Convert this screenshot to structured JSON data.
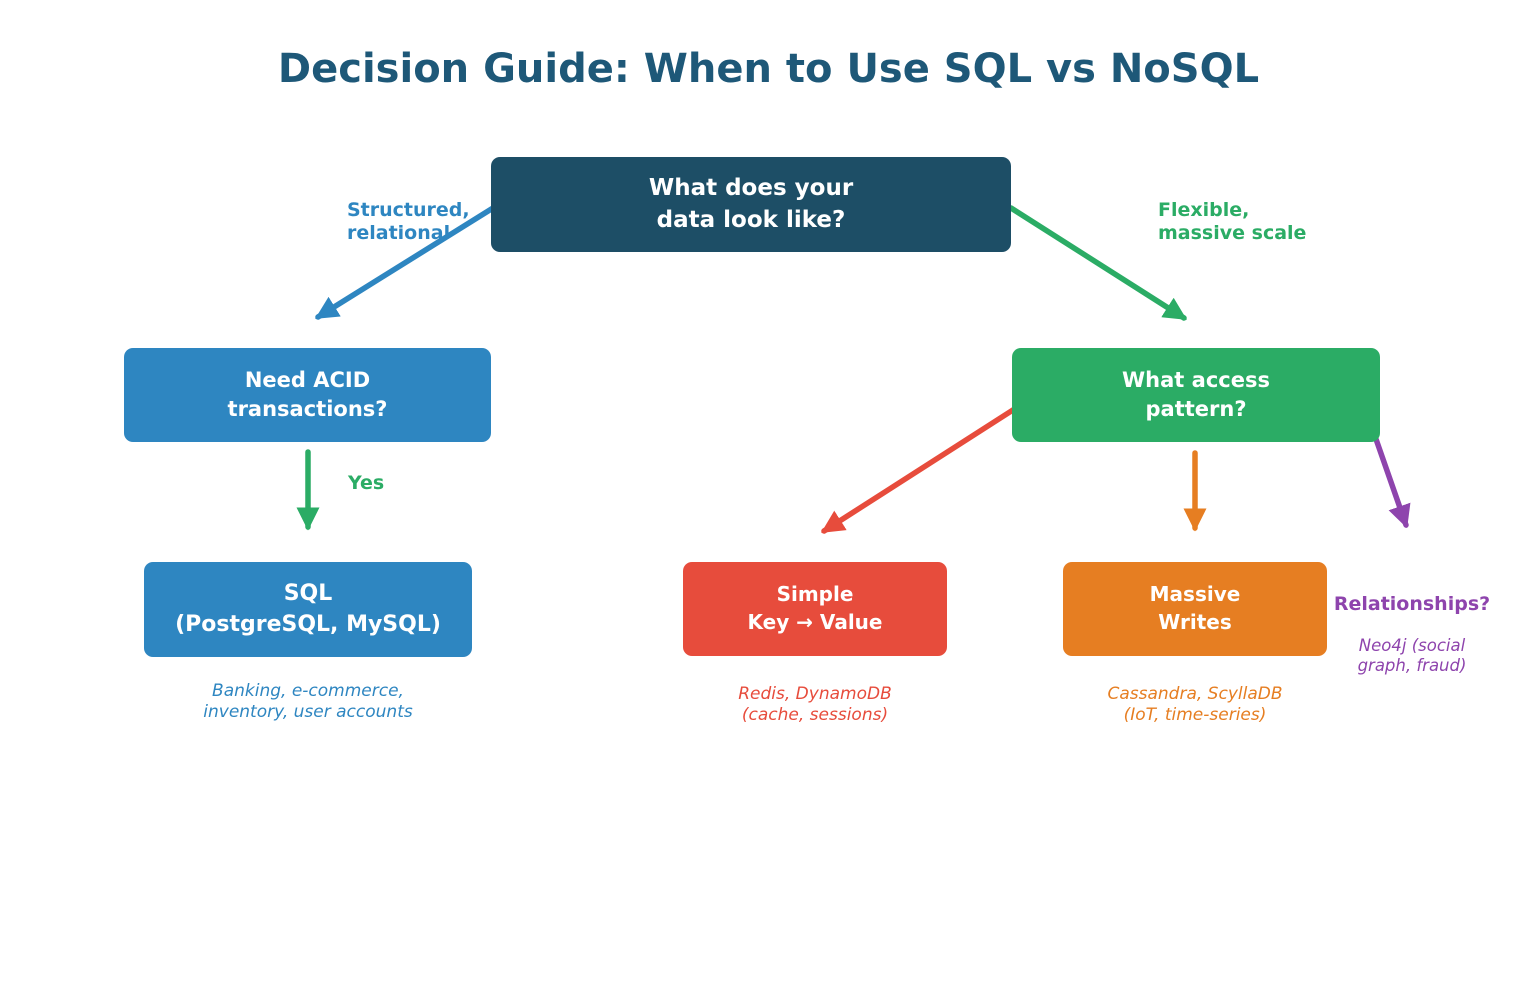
{
  "palette": {
    "titleColor": "#1e5878",
    "navy": "#1d4e66",
    "blue": "#2e86c1",
    "green": "#2bac65",
    "red": "#e74c3c",
    "orange": "#e67e22",
    "purple": "#8e44ad"
  },
  "title": "Decision Guide: When to Use SQL vs NoSQL",
  "nodes": {
    "root": {
      "line1": "What does your",
      "line2": "data look like?"
    },
    "acid": {
      "line1": "Need ACID",
      "line2": "transactions?"
    },
    "access": {
      "line1": "What access",
      "line2": "pattern?"
    },
    "sql": {
      "line1": "SQL",
      "line2": "(PostgreSQL, MySQL)",
      "caption_line1": "Banking, e-commerce,",
      "caption_line2": "inventory, user accounts"
    },
    "keyvalue": {
      "line1": "Simple",
      "line2": "Key → Value",
      "caption_line1": "Redis, DynamoDB",
      "caption_line2": "(cache, sessions)"
    },
    "writes": {
      "line1": "Massive",
      "line2": "Writes",
      "caption_line1": "Cassandra, ScyllaDB",
      "caption_line2": "(IoT, time-series)"
    },
    "graph": {
      "label": "Relationships?",
      "caption_line1": "Neo4j (social",
      "caption_line2": "graph, fraud)"
    }
  },
  "edge_labels": {
    "structured": {
      "line1": "Structured,",
      "line2": "relational"
    },
    "flexible": {
      "line1": "Flexible,",
      "line2": "massive scale"
    },
    "yes": "Yes"
  }
}
